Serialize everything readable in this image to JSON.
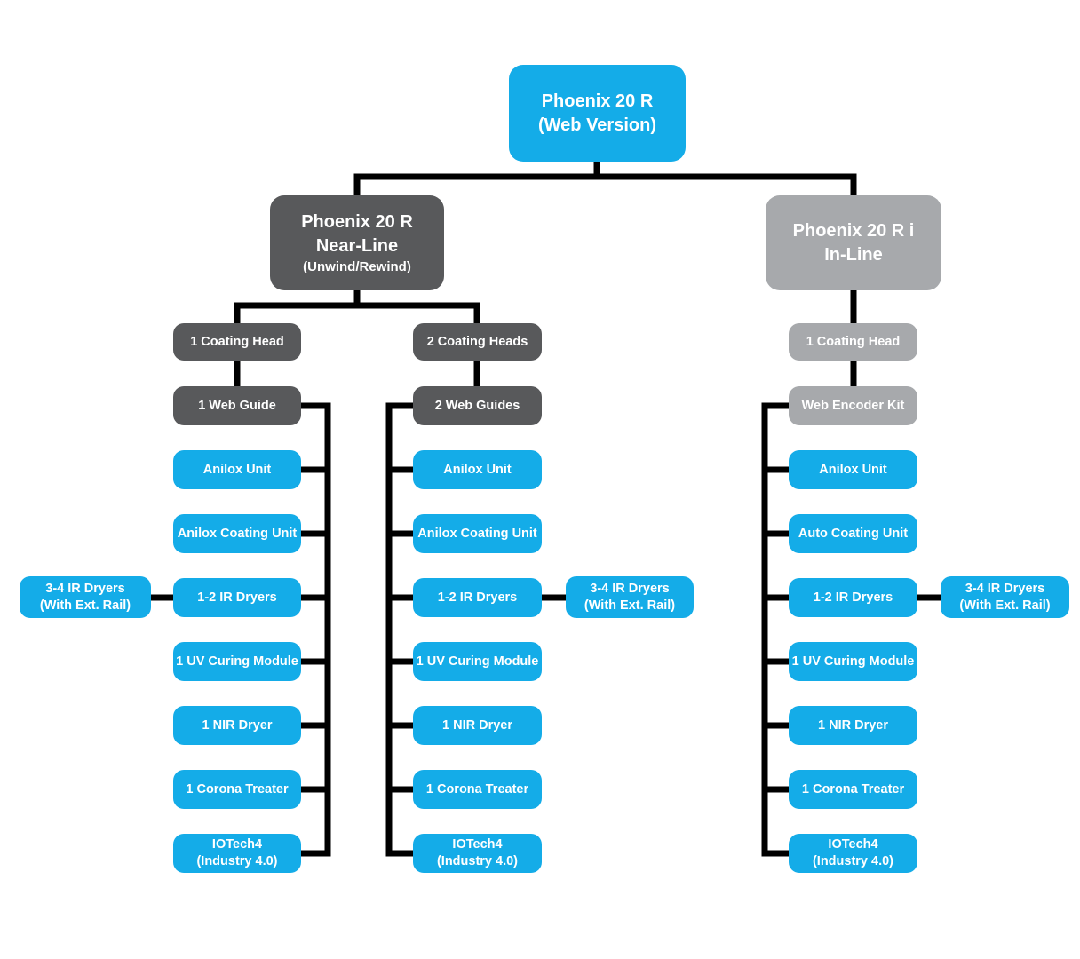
{
  "colors": {
    "node_blue": "#14ACE8",
    "node_dark_gray": "#58595B",
    "node_light_gray": "#A7A9AC",
    "connector": "#000000",
    "node_text": "#FFFFFF"
  },
  "root": {
    "label": "Phoenix 20 R\n(Web Version)"
  },
  "near_line": {
    "title": "Phoenix 20 R\nNear-Line",
    "subtitle": "(Unwind/Rewind)",
    "col1": {
      "coating": "1 Coating Head",
      "guide": "1 Web Guide",
      "items": [
        "Anilox Unit",
        "Anilox Coating Unit",
        "1-2 IR Dryers",
        "1 UV Curing Module",
        "1 NIR Dryer",
        "1 Corona Treater",
        "IOTech4\n(Industry 4.0)"
      ],
      "side": "3-4 IR Dryers\n(With Ext. Rail)"
    },
    "col2": {
      "coating": "2 Coating Heads",
      "guide": "2 Web Guides",
      "items": [
        "Anilox Unit",
        "Anilox Coating Unit",
        "1-2 IR Dryers",
        "1 UV Curing Module",
        "1 NIR Dryer",
        "1 Corona Treater",
        "IOTech4\n(Industry 4.0)"
      ],
      "side": "3-4 IR Dryers\n(With Ext. Rail)"
    }
  },
  "in_line": {
    "title": "Phoenix 20 R i\nIn-Line",
    "col": {
      "coating": "1 Coating Head",
      "guide": "Web Encoder Kit",
      "items": [
        "Anilox Unit",
        "Auto Coating Unit",
        "1-2 IR Dryers",
        "1 UV Curing Module",
        "1 NIR Dryer",
        "1 Corona Treater",
        "IOTech4\n(Industry 4.0)"
      ],
      "side": "3-4 IR Dryers\n(With Ext. Rail)"
    }
  }
}
